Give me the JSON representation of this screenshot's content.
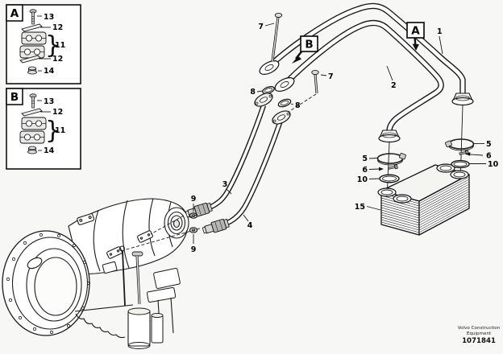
{
  "figure": {
    "brand_line1": "Volvo Construction",
    "brand_line2": "Equipment",
    "number": "1071841"
  },
  "callouts": {
    "pipe_a": "A",
    "pipe_b": "B"
  },
  "insets": {
    "a": {
      "title": "A",
      "screw": "13",
      "plate_top": "12",
      "clamp_halves": "11",
      "plate_bottom": "12",
      "nut": "14",
      "brace": "}"
    },
    "b": {
      "title": "B",
      "screw": "13",
      "plate_top": "12",
      "clamp_halves": "11",
      "nut": "14",
      "brace": "}"
    }
  },
  "labels": {
    "pipe_upper": "1",
    "pipe_lower": "2",
    "hose_upper": "3",
    "hose_lower": "4",
    "clamp_left": "5",
    "clamp_right": "5",
    "screw_left": "6",
    "screw_right": "6",
    "flange_screw_top": "7",
    "flange_screw_mid": "7",
    "seal_upper": "8",
    "seal_lower": "8",
    "oring_top": "9",
    "oring_bottom": "9",
    "oring_port_left": "10",
    "oring_port_right": "10",
    "oil_cooler": "15"
  }
}
